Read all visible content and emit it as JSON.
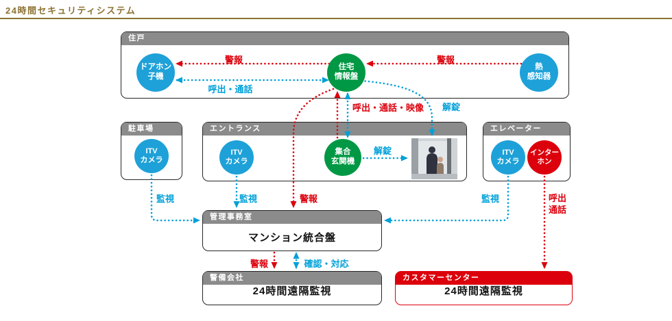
{
  "colors": {
    "gold": "#8c7232",
    "red": "#dc000c",
    "blue": "#00a0d8",
    "green": "#009844",
    "circleBlue": "#1ea1d8",
    "headerGray": "#8b8b8b"
  },
  "title": "24時間セキュリティシステム",
  "sections": {
    "dwelling": {
      "label": "住戸"
    },
    "parking": {
      "label": "駐車場"
    },
    "entrance": {
      "label": "エントランス"
    },
    "elevator": {
      "label": "エレベーター"
    },
    "office": {
      "label": "管理事務室",
      "panel": "マンション統合盤"
    },
    "security": {
      "label": "警備会社",
      "body": "24時間遠隔監視"
    },
    "customer": {
      "label": "カスタマーセンター",
      "body": "24時間遠隔監視"
    }
  },
  "nodes": {
    "doorphone": [
      "ドアホン",
      "子機"
    ],
    "homePanel": [
      "住宅",
      "情報盤"
    ],
    "heatSensor": [
      "熱",
      "感知器"
    ],
    "itvCamera": [
      "ITV",
      "カメラ"
    ],
    "entranceUnit": [
      "集合",
      "玄関機"
    ],
    "intercom": [
      "インター",
      "ホン"
    ]
  },
  "labels": {
    "alarm": "警報",
    "callTalk": "呼出・通話",
    "callTalkVideo": "呼出・通話・映像",
    "unlock": "解錠",
    "monitor": "監視",
    "call": "呼出",
    "talk": "通話",
    "confirmRespond": "確認・対応"
  }
}
